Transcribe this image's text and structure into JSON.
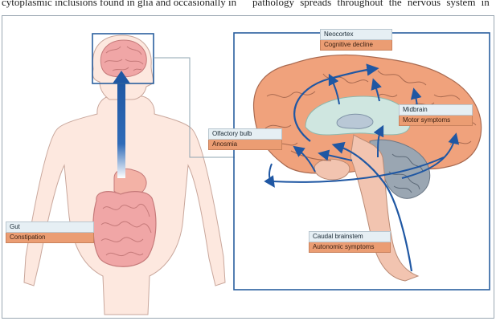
{
  "header": {
    "left_text": "cytoplasmic inclusions found in glia and occasionally in",
    "right_text": "pathology spreads throughout the nervous system in"
  },
  "labels": {
    "neocortex": {
      "title": "Neocortex",
      "symptom": "Cognitive decline"
    },
    "midbrain": {
      "title": "Midbrain",
      "symptom": "Motor symptoms"
    },
    "olfactory": {
      "title": "Olfactory bulb",
      "symptom": "Anosmia"
    },
    "gut": {
      "title": "Gut",
      "symptom": "Constipation"
    },
    "brainstem": {
      "title": "Caudal brainstem",
      "symptom": "Autonomic symptoms"
    }
  },
  "colors": {
    "label_bg": "#e6eff4",
    "symptom_bg": "#eb9d73",
    "arrow": "#1f57a3",
    "frame": "#2a5f9e",
    "body_fill": "#fde8df",
    "brain_fill": "#f0a27c"
  }
}
